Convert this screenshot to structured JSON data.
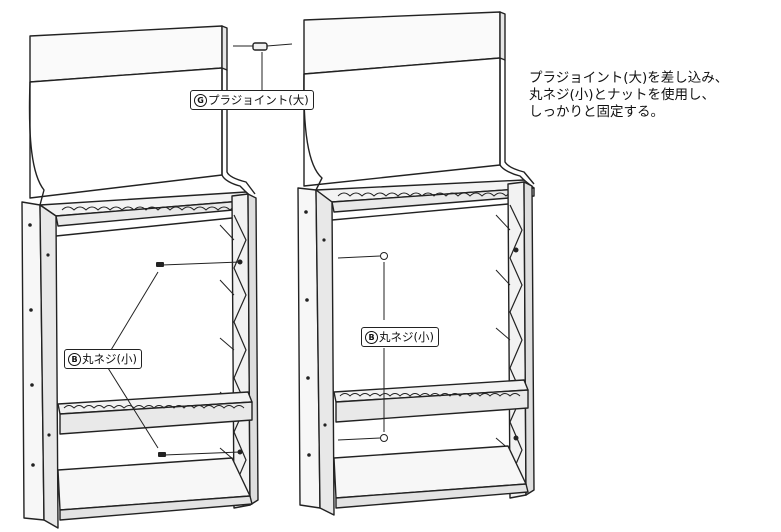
{
  "parts": {
    "joint_callout": {
      "letter": "G",
      "text": "プラジョイント(大)"
    },
    "screw_callout_left": {
      "letter": "B",
      "text": "丸ネジ(小)"
    },
    "screw_callout_right": {
      "letter": "B",
      "text": "丸ネジ(小)"
    }
  },
  "instruction": {
    "line1": "プラジョイント(大)を差し込み、",
    "line2": "丸ネジ(小)とナットを使用し、",
    "line3": "しっかりと固定する。"
  }
}
